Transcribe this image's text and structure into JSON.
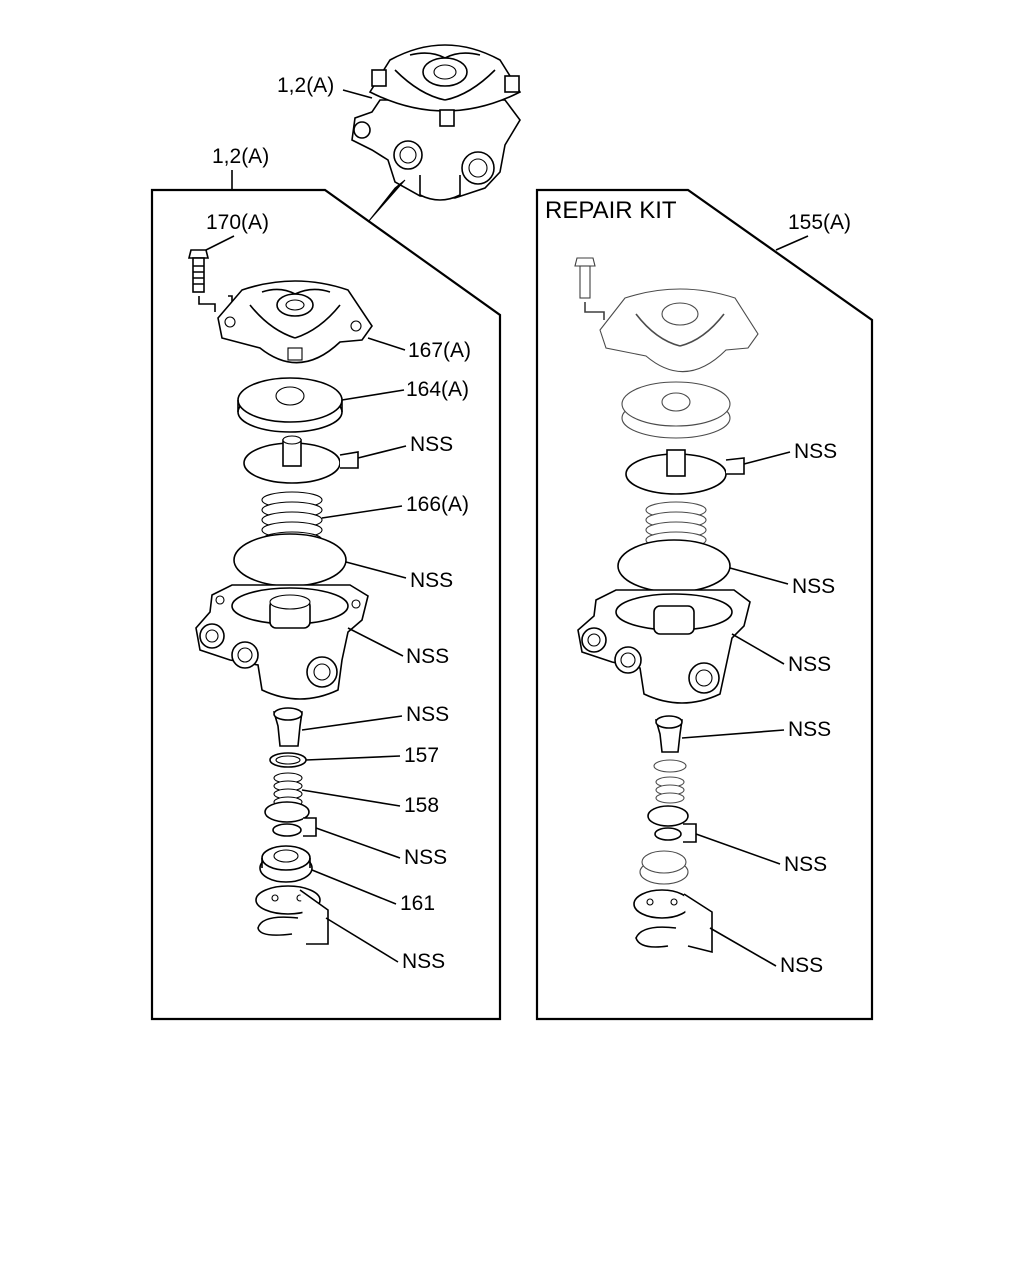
{
  "assembly": {
    "label_top": "1,2(A)",
    "label_frame": "1,2(A)"
  },
  "left_panel": {
    "callouts": {
      "bolt": "170(A)",
      "cover": "167(A)",
      "diaphragm_piston": "164(A)",
      "washer": "NSS",
      "spring": "166(A)",
      "gasket": "NSS",
      "body": "NSS",
      "valve_guide": "NSS",
      "ring_157": "157",
      "spring_158": "158",
      "seal": "NSS",
      "exhaust_seat": "161",
      "snap_ring": "NSS"
    }
  },
  "right_panel": {
    "title": "REPAIR KIT",
    "kit_number": "155(A)",
    "callouts": {
      "washer": "NSS",
      "gasket": "NSS",
      "body": "NSS",
      "valve_guide": "NSS",
      "seal": "NSS",
      "snap_ring": "NSS"
    }
  }
}
